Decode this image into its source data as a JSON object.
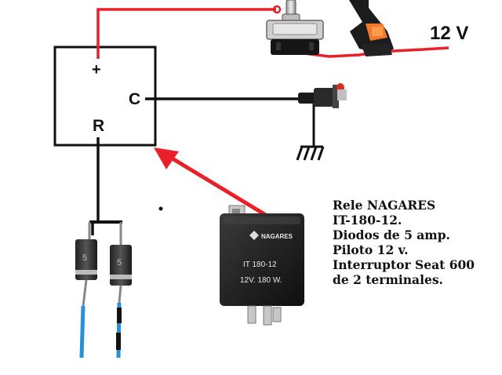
{
  "labels": {
    "plus": "+",
    "c": "C",
    "r": "R",
    "voltage": "12 V"
  },
  "notes": [
    "Rele NAGARES",
    "IT-180-12.",
    "Diodos de 5 amp.",
    "Piloto 12 v.",
    "Interruptor Seat 600",
    "de 2 terminales."
  ],
  "relay": {
    "brand": "NAGARES",
    "model": "IT 180-12",
    "rating": "12V.  180 W."
  },
  "colors": {
    "wire_red": "#e8202a",
    "wire_black": "#111111",
    "wire_blue": "#2a8fd6",
    "arrow": "#e8202a",
    "relay_body": "#1a1a1a"
  }
}
